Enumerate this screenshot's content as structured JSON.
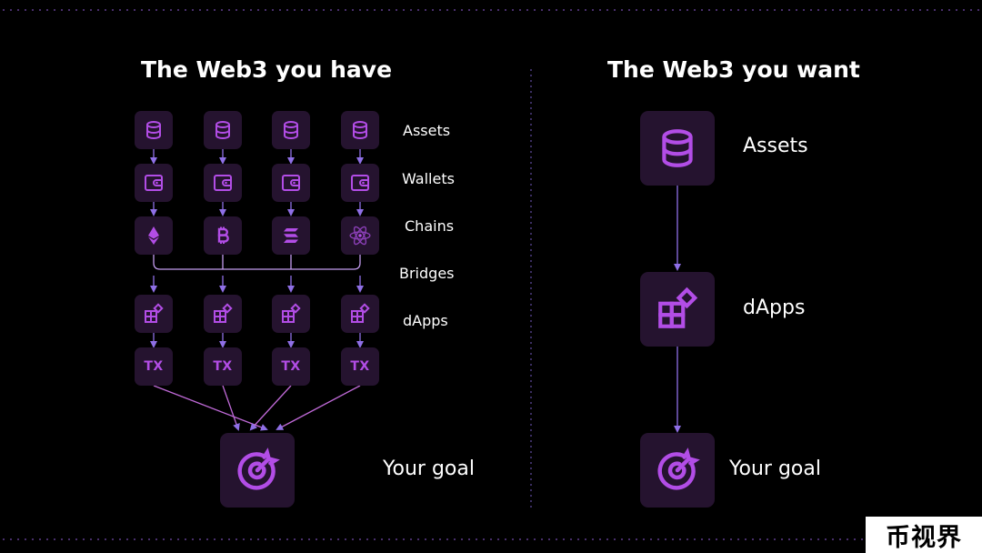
{
  "left": {
    "title": "The Web3 you have",
    "labels": [
      "Assets",
      "Wallets",
      "Chains",
      "Bridges",
      "dApps"
    ],
    "tx_label": "TX",
    "goal_label": "Your goal"
  },
  "right": {
    "title": "The Web3 you want",
    "labels": [
      "Assets",
      "dApps",
      "Your goal"
    ]
  },
  "watermark": "币视界",
  "colors": {
    "accent": "#b24de6",
    "arrow": "#8f6fe6",
    "box": "#25132f",
    "background": "#000000"
  },
  "icons": [
    "coins-stack-icon",
    "wallet-icon",
    "ethereum-icon",
    "bitcoin-icon",
    "solana-icon",
    "cosmos-atom-icon",
    "apps-grid-icon",
    "target-icon"
  ]
}
